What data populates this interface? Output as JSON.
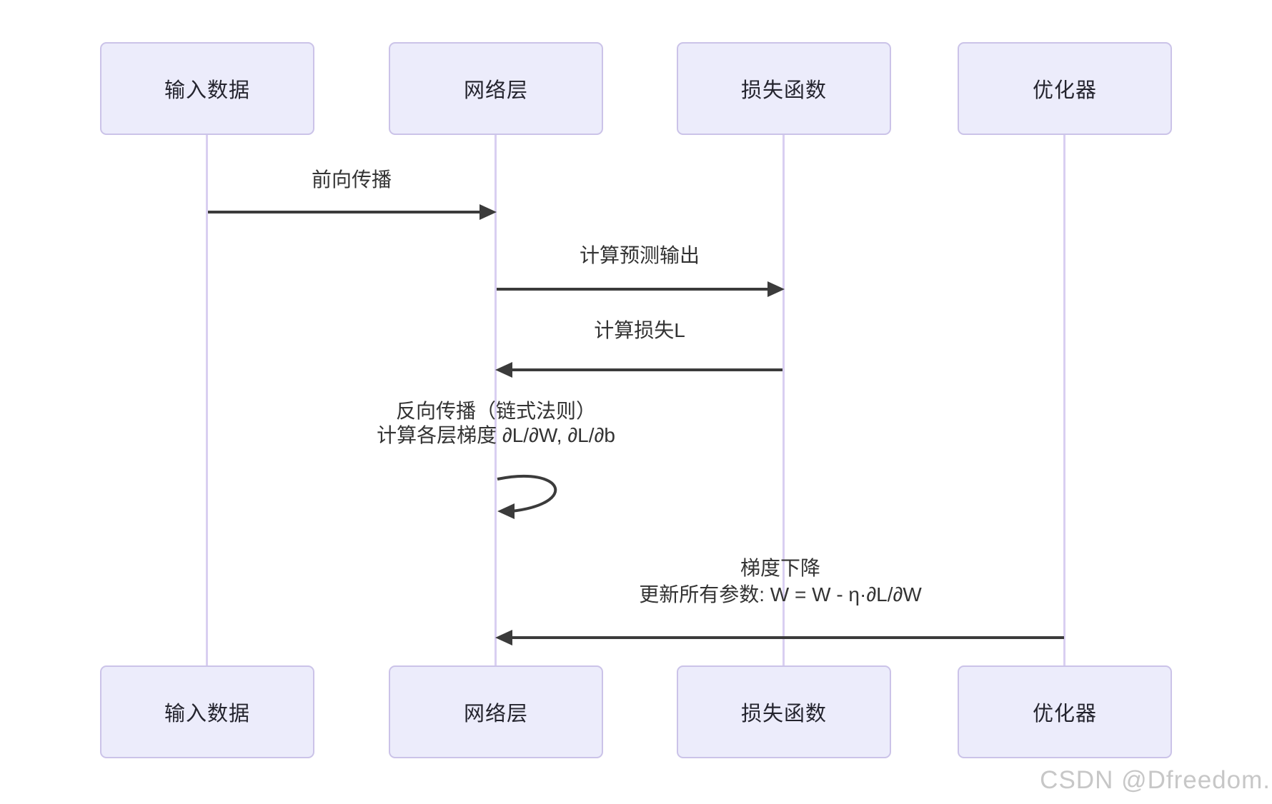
{
  "diagram": {
    "type": "sequence",
    "title": "",
    "actors": [
      {
        "id": "input-data",
        "label": "输入数据"
      },
      {
        "id": "network-layer",
        "label": "网络层"
      },
      {
        "id": "loss-function",
        "label": "损失函数"
      },
      {
        "id": "optimizer",
        "label": "优化器"
      }
    ],
    "messages": [
      {
        "from": "输入数据",
        "to": "网络层",
        "label": "前向传播"
      },
      {
        "from": "网络层",
        "to": "损失函数",
        "label": "计算预测输出"
      },
      {
        "from": "损失函数",
        "to": "网络层",
        "label": "计算损失L"
      },
      {
        "from": "网络层",
        "to": "网络层",
        "label_line1": "反向传播（链式法则）",
        "label_line2": "计算各层梯度 ∂L/∂W, ∂L/∂b",
        "self_loop": true
      },
      {
        "from": "优化器",
        "to": "网络层",
        "label_line1": "梯度下降",
        "label_line2": "更新所有参数: W = W - η·∂L/∂W"
      }
    ],
    "colors": {
      "actor_fill": "#ECECFB",
      "actor_border": "#CBC3E8",
      "lifeline": "#D9CFF1",
      "arrow": "#3b3b3b",
      "text": "#333333",
      "watermark": "#c7c7c7"
    }
  },
  "watermark": {
    "text": "CSDN @Dfreedom."
  }
}
